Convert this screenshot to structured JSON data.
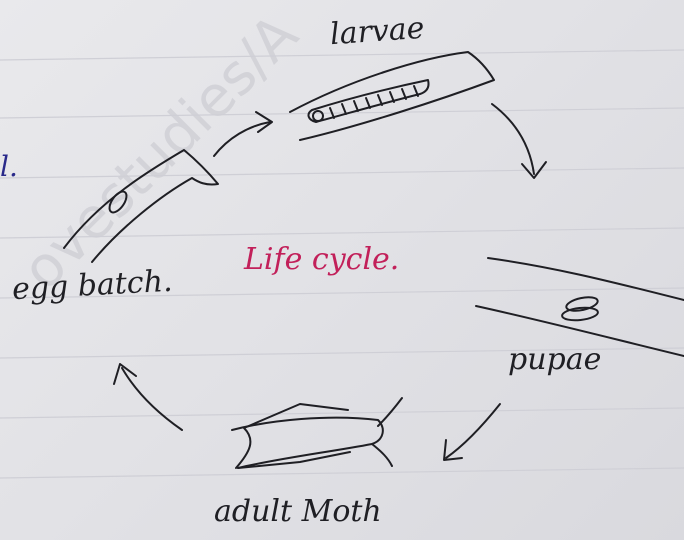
{
  "watermark": "ovestudies/A",
  "margin_mark": "l.",
  "center_label": "Life cycle.",
  "stages": {
    "larvae": "larvae",
    "pupae": "pupae",
    "adult": "adult Moth",
    "egg": "egg batch."
  },
  "colors": {
    "ink": "#1f1f24",
    "accent": "#c2205a",
    "paper": "#e4e4e8"
  }
}
